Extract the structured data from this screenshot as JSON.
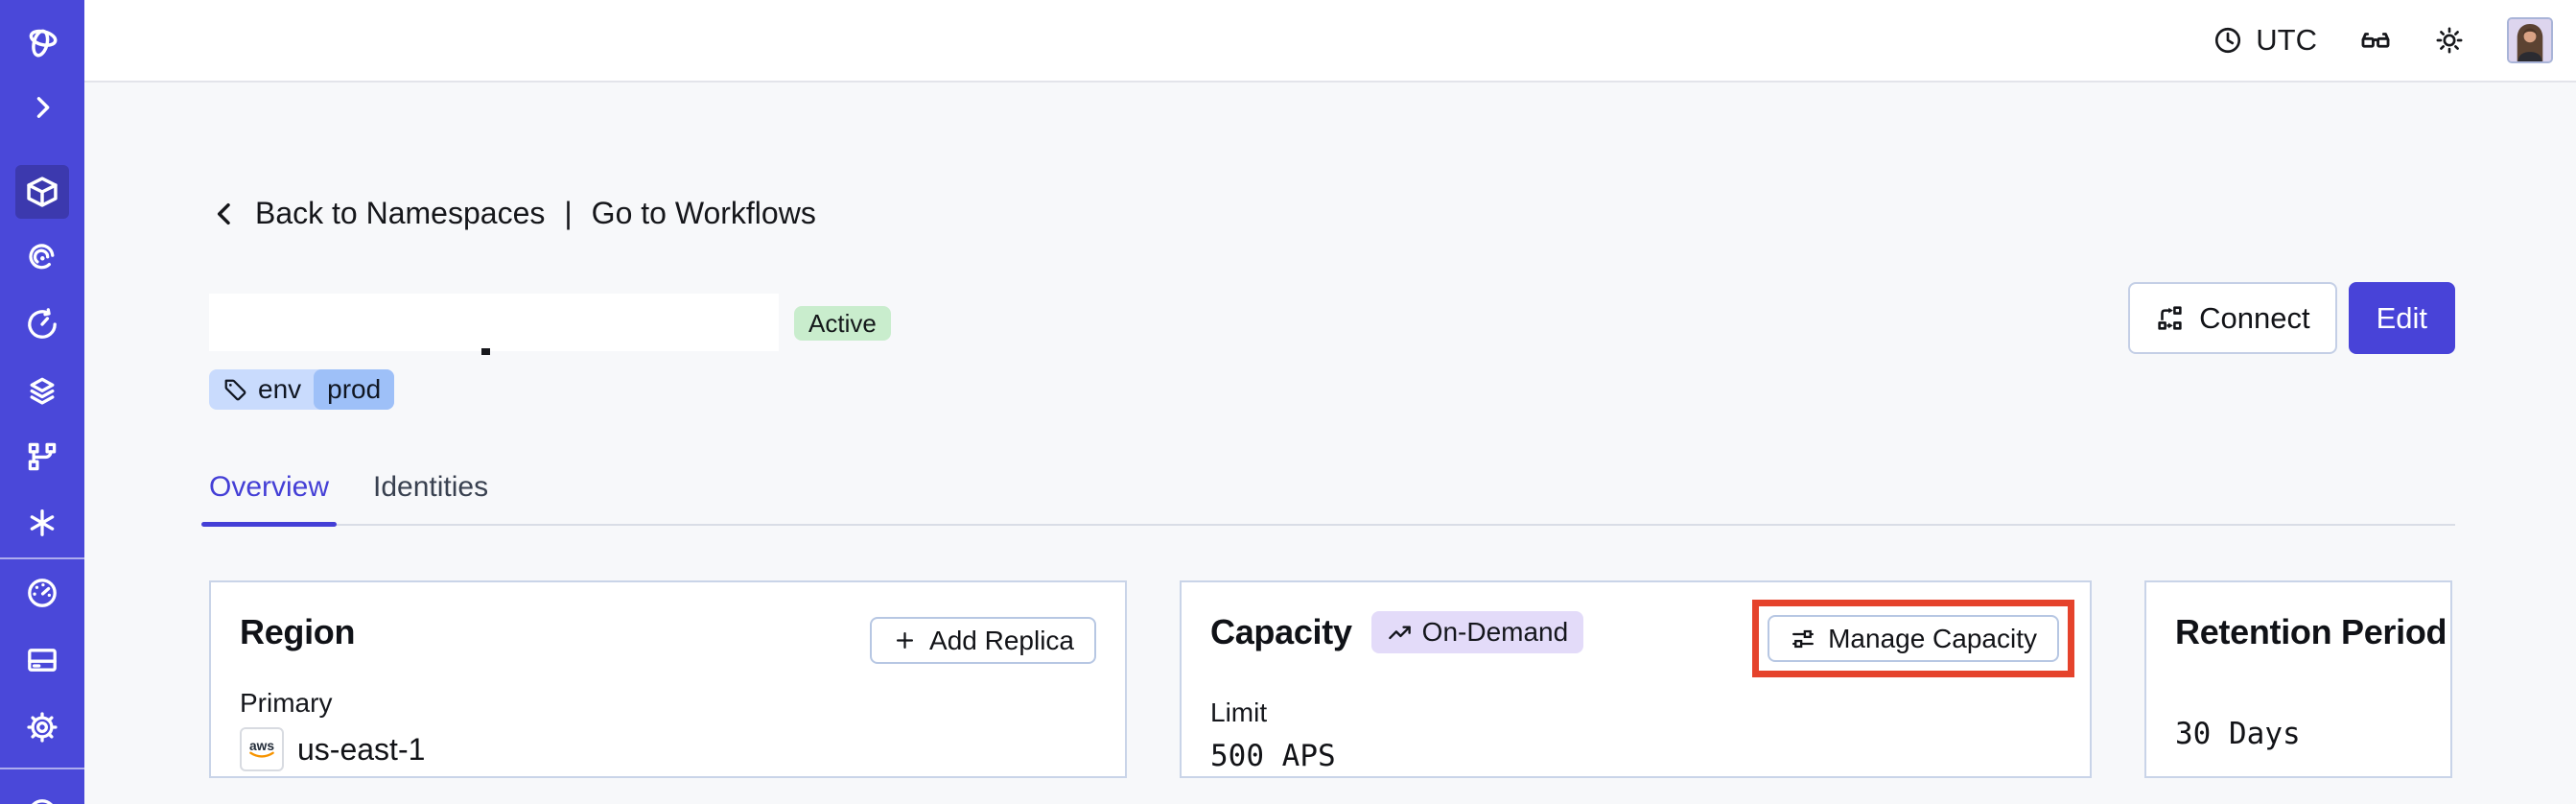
{
  "topbar": {
    "timezone": "UTC"
  },
  "breadcrumb": {
    "back_label": "Back to Namespaces",
    "separator": "|",
    "workflows_label": "Go to Workflows"
  },
  "namespace": {
    "status_badge": "Active",
    "tag_key": "env",
    "tag_value": "prod"
  },
  "actions": {
    "connect_label": "Connect",
    "edit_label": "Edit"
  },
  "tabs": [
    {
      "label": "Overview"
    },
    {
      "label": "Identities"
    }
  ],
  "cards": {
    "region": {
      "title": "Region",
      "add_replica_label": "Add Replica",
      "field_label": "Primary",
      "provider": "aws",
      "value": "us-east-1"
    },
    "capacity": {
      "title": "Capacity",
      "mode_badge": "On-Demand",
      "manage_label": "Manage Capacity",
      "field_label": "Limit",
      "value": "500 APS"
    },
    "retention": {
      "title": "Retention Period",
      "value": "30 Days"
    }
  },
  "sidebar": {
    "active_item": "namespaces",
    "icons": [
      "temporal-logo-icon",
      "chevron-expand-icon",
      "cube-namespaces-icon",
      "spiral-icon",
      "clock-schedules-icon",
      "layers-icon",
      "branch-deployments-icon",
      "asterisk-nexus-icon",
      "gauge-usage-icon",
      "credit-card-billing-icon",
      "gear-settings-icon",
      "partial-circle-icon"
    ]
  },
  "colors": {
    "sidebar": "#4a48d9",
    "sidebar_active": "#3c39ae",
    "accent": "#4843d8",
    "tab_active": "#443fd6",
    "highlight_box": "#e5432c",
    "status_active_bg": "#c9edcd",
    "tag_bg": "#c9dbfd",
    "tag_chip_bg": "#9ec0f8",
    "on_demand_bg": "#e3dbf9",
    "aws_orange": "#f79400"
  }
}
